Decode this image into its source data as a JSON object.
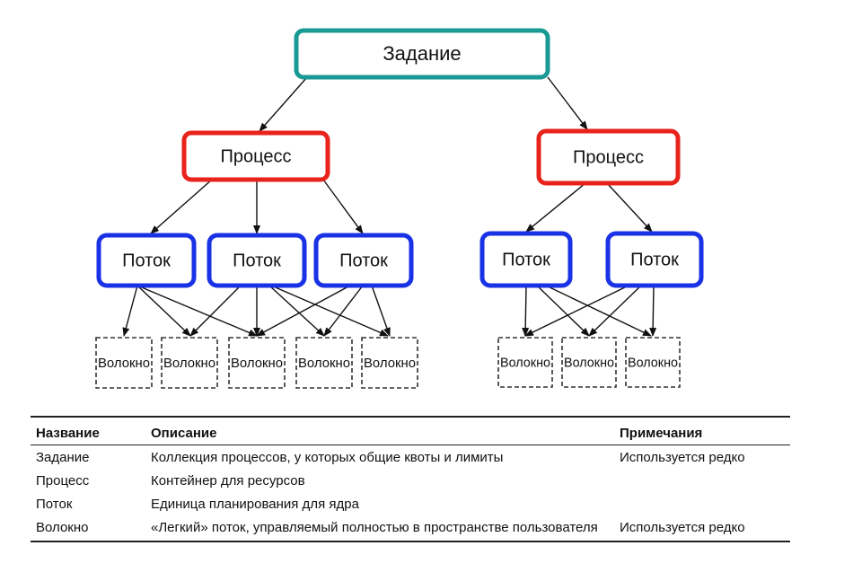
{
  "diagram": {
    "job": "Задание",
    "processes": [
      "Процесс",
      "Процесс"
    ],
    "threads": [
      "Поток",
      "Поток",
      "Поток",
      "Поток",
      "Поток"
    ],
    "fibers": [
      "Волокно",
      "Волокно",
      "Волокно",
      "Волокно",
      "Волокно",
      "Волокно",
      "Волокно",
      "Волокно"
    ],
    "colors": {
      "job": "#1a9a94",
      "process": "#e8231b",
      "thread": "#1a32e6",
      "fiber": "#333333",
      "arrow": "#111111"
    }
  },
  "table": {
    "headers": [
      "Название",
      "Описание",
      "Примечания"
    ],
    "rows": [
      [
        "Задание",
        "Коллекция процессов, у которых общие квоты и лимиты",
        "Используется редко"
      ],
      [
        "Процесс",
        "Контейнер для ресурсов",
        ""
      ],
      [
        "Поток",
        "Единица планирования для ядра",
        ""
      ],
      [
        "Волокно",
        "«Легкий» поток, управляемый полностью в пространстве пользователя",
        "Используется редко"
      ]
    ]
  }
}
